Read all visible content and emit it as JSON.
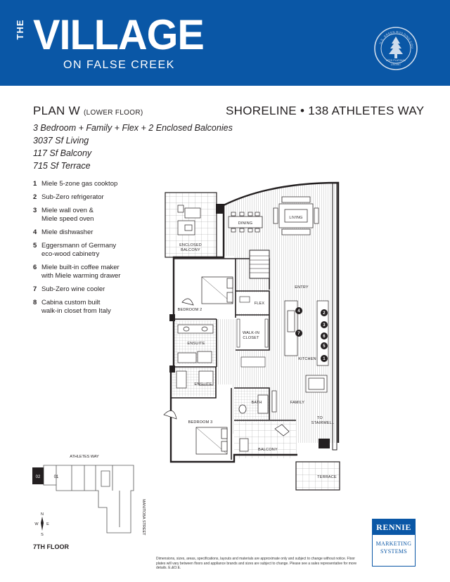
{
  "brand": {
    "the": "THE",
    "name": "VILLAGE",
    "sub": "ON FALSE CREEK",
    "seal_text": "U.S. GREEN BUILDING COUNCIL",
    "seal_sub": "LEED PLATINUM",
    "seal_org": "USGBC",
    "brand_color": "#0a57a6"
  },
  "plan": {
    "name": "PLAN W",
    "floor": "(LOWER FLOOR)",
    "address": "SHORELINE • 138 ATHLETES WAY",
    "specs": [
      "3 Bedroom + Family + Flex + 2 Enclosed Balconies",
      "3037 Sf Living",
      "117 Sf Balcony",
      "715 Sf Terrace"
    ]
  },
  "features": [
    {
      "num": "1",
      "lines": [
        "Miele 5-zone gas cooktop"
      ]
    },
    {
      "num": "2",
      "lines": [
        "Sub-Zero refrigerator"
      ]
    },
    {
      "num": "3",
      "lines": [
        "Miele wall oven &",
        "Miele speed oven"
      ]
    },
    {
      "num": "4",
      "lines": [
        "Miele dishwasher"
      ]
    },
    {
      "num": "5",
      "lines": [
        "Eggersmann of Germany",
        "eco-wood cabinetry"
      ]
    },
    {
      "num": "6",
      "lines": [
        "Miele built-in coffee maker",
        "with Miele warming drawer"
      ]
    },
    {
      "num": "7",
      "lines": [
        "Sub-Zero wine cooler"
      ]
    },
    {
      "num": "8",
      "lines": [
        "Cabina custom built",
        "walk-in closet from Italy"
      ]
    }
  ],
  "rooms": {
    "living": "LIVING",
    "dining": "DINING",
    "enclosed_balcony_1": "ENCLOSED",
    "enclosed_balcony_2": "BALCONY",
    "bedroom2": "BEDROOM 2",
    "flex": "FLEX",
    "walkin_1": "WALK-IN",
    "walkin_2": "CLOSET",
    "entry": "ENTRY",
    "ensuite_a": "ENSUITE",
    "ensuite_b": "ENSUITE",
    "kitchen": "KITCHEN",
    "bath": "BATH",
    "family": "FAMILY",
    "bedroom3": "BEDROOM 3",
    "stairwell_1": "TO",
    "stairwell_2": "STAIRWELL",
    "balcony": "BALCONY",
    "terrace": "TERRACE",
    "appliance_markers": [
      "4",
      "7",
      "2",
      "3",
      "6",
      "5",
      "1"
    ]
  },
  "keyplan": {
    "street_top": "ATHLETES WAY",
    "street_side": "MANITOBA STREET",
    "unit_highlight": "02",
    "unit_other": "01",
    "compass": {
      "n": "N",
      "s": "S",
      "e": "E",
      "w": "W"
    },
    "floor": "7TH FLOOR"
  },
  "footer": {
    "disclaimer": "Dimensions, sizes, areas, specifications, layouts and materials are approximate only and subject to change without notice. Floor plates will vary between floors and appliance brands and sizes are subject to change. Please see a sales representative for more details. E.&O.E.",
    "rennie_name": "RENNIE",
    "rennie_sub1": "MARKETING",
    "rennie_sub2": "SYSTEMS"
  }
}
